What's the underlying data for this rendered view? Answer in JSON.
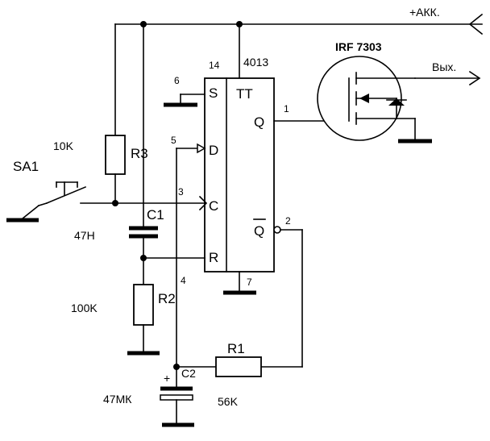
{
  "supply_label": "+АКК.",
  "output_label": "Вых.",
  "ic": {
    "name": "4013",
    "type_label": "TT",
    "pins": {
      "s": "S",
      "d": "D",
      "c": "C",
      "r": "R",
      "q": "Q",
      "qbar": "Q"
    },
    "pin_numbers": {
      "p14": "14",
      "p6": "6",
      "p5": "5",
      "p3": "3",
      "p4": "4",
      "p7": "7",
      "p1": "1",
      "p2": "2"
    }
  },
  "mosfet": {
    "name": "IRF 7303"
  },
  "switch": {
    "ref": "SA1"
  },
  "resistors": [
    {
      "ref": "R3",
      "value": "10K"
    },
    {
      "ref": "R2",
      "value": "100K"
    },
    {
      "ref": "R1",
      "value": "56K"
    }
  ],
  "capacitors": [
    {
      "ref": "C1",
      "value": "47Н"
    },
    {
      "ref": "C2",
      "value": "47МК",
      "polarity": "+"
    }
  ]
}
